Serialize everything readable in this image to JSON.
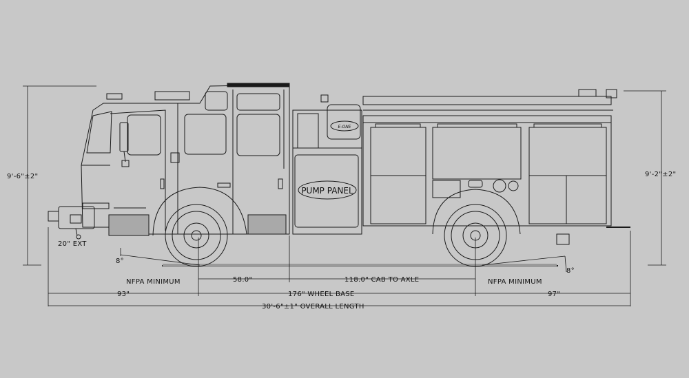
{
  "panel_label": "PUMP PANEL",
  "brand_badge": "E-ONE",
  "dimensions": {
    "height_front": "9'-6\"±2\"",
    "height_rear": "9'-2\"±2\"",
    "bumper_ext": "20\" EXT",
    "angle_front": "8°",
    "angle_rear": "8°",
    "nfpa_front": "NFPA MINIMUM",
    "nfpa_rear": "NFPA MINIMUM",
    "cab_to_front_axle": "58.0\"",
    "cab_to_axle": "118.0\" CAB TO AXLE",
    "front_overhang": "93\"",
    "wheel_base": "176\" WHEEL BASE",
    "rear_overhang": "97\"",
    "overall_length": "30'-6\"±1\" OVERALL LENGTH"
  },
  "colors": {
    "background": "#c8c8c8",
    "line": "#1a1a1a"
  }
}
